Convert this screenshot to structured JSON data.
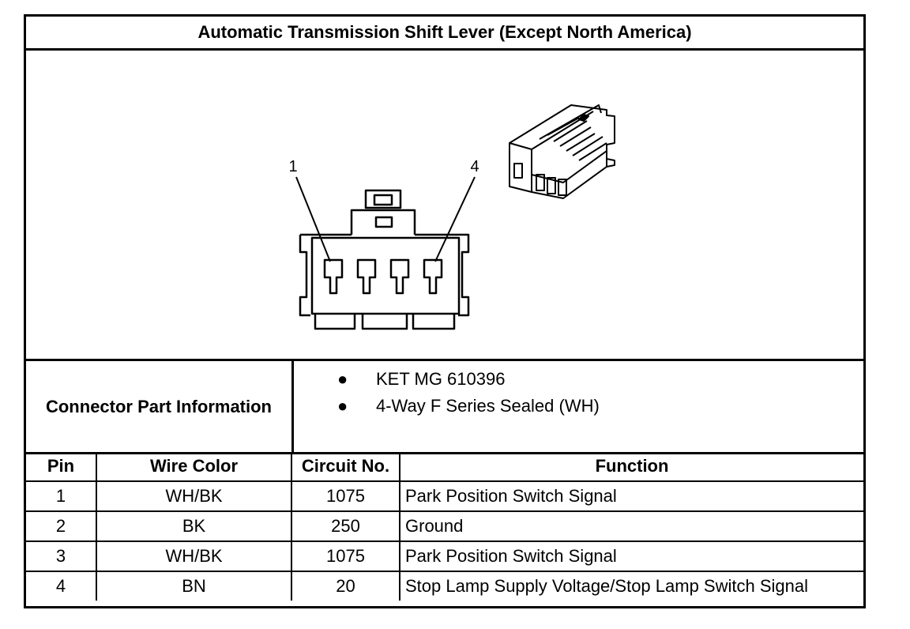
{
  "title": "Automatic Transmission Shift Lever (Except North America)",
  "drawing": {
    "pin_callouts": [
      "1",
      "4"
    ]
  },
  "connector_info": {
    "label": "Connector Part Information",
    "items": [
      "KET MG 610396",
      "4-Way F Series Sealed (WH)"
    ],
    "bullet": "●"
  },
  "table": {
    "headers": [
      "Pin",
      "Wire Color",
      "Circuit No.",
      "Function"
    ],
    "rows": [
      [
        "1",
        "WH/BK",
        "1075",
        "Park Position Switch Signal"
      ],
      [
        "2",
        "BK",
        "250",
        "Ground"
      ],
      [
        "3",
        "WH/BK",
        "1075",
        "Park Position Switch Signal"
      ],
      [
        "4",
        "BN",
        "20",
        "Stop Lamp Supply Voltage/Stop Lamp Switch Signal"
      ]
    ]
  }
}
